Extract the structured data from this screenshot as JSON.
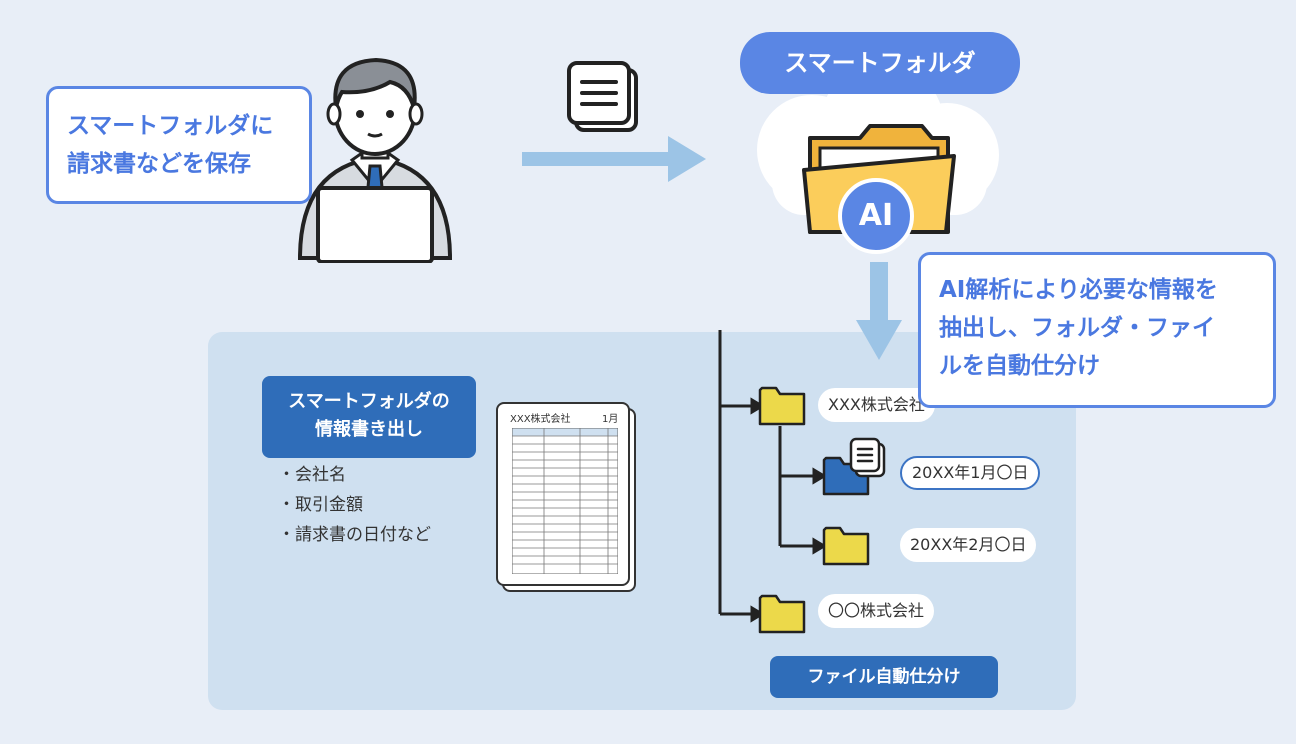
{
  "callout_save": {
    "line1": "スマートフォルダに",
    "line2": "請求書などを保存"
  },
  "smart_folder_pill": "スマートフォルダ",
  "ai_badge": "AI",
  "callout_ai": {
    "line1": "AI解析により必要な情報を",
    "line2": "抽出し、フォルダ・ファイ",
    "line3": "ルを自動仕分け"
  },
  "info_box": {
    "line1": "スマートフォルダの",
    "line2": "情報書き出し"
  },
  "bullets": [
    "・会社名",
    "・取引金額",
    "・請求書の日付など"
  ],
  "invoice": {
    "company": "XXX株式会社",
    "month": "1月"
  },
  "tree": {
    "company1": "XXX株式会社",
    "date1": "20XX年1月〇日",
    "date2": "20XX年2月〇日",
    "company2": "〇〇株式会社"
  },
  "sort_label": "ファイル自動仕分け",
  "colors": {
    "accent": "#5a86e4",
    "dark": "#2f6db9",
    "panel": "#cfe0f0",
    "folder_yellow": "#ecd94a",
    "arrow": "#9cc4e6"
  }
}
